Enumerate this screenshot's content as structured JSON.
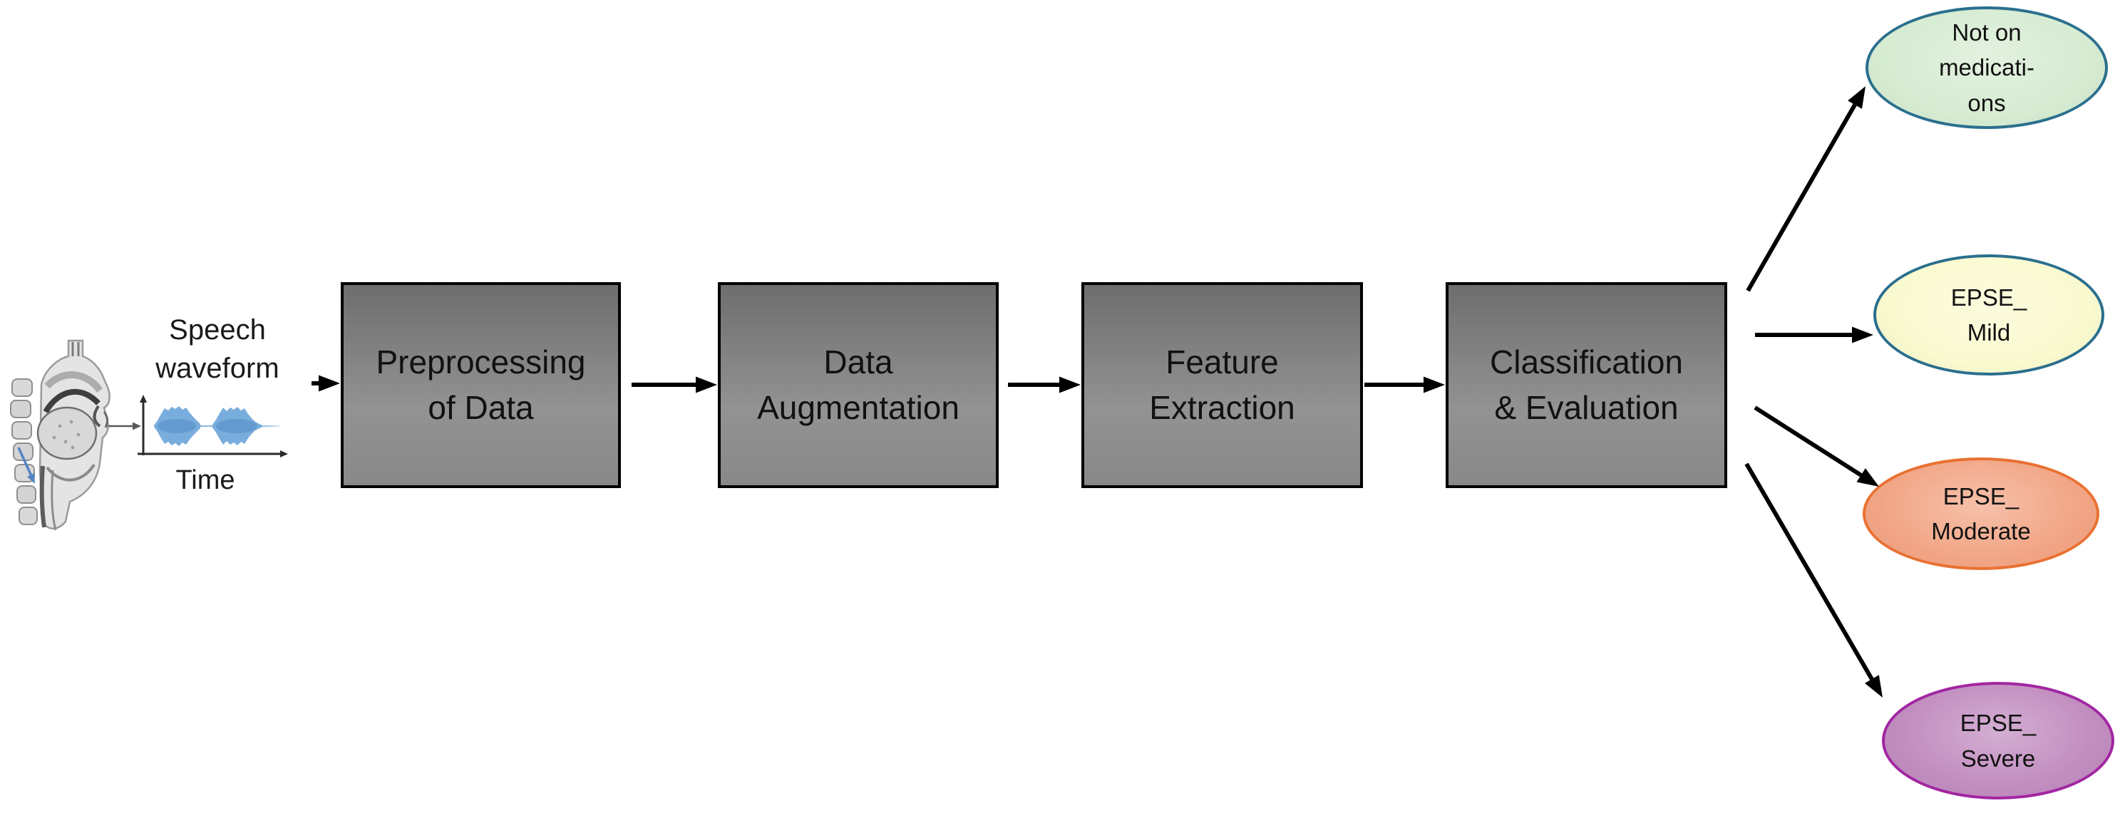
{
  "colors": {
    "background": "#ffffff",
    "arrow": "#000000",
    "box_fill": "#868686",
    "box_border": "#000000",
    "waveform_blue": "#5b9bd5",
    "waveform_blue_dark": "#3c7ab8",
    "axis_ink": "#2b2b2b",
    "anatomy_pointer_blue": "#5585c2"
  },
  "source": {
    "anatomy_icon": "vocal-tract-sagittal-diagram",
    "waveform_icon": "speech-waveform-plot",
    "caption": "Speech\nwaveform",
    "axis_label": "Time"
  },
  "steps": [
    {
      "label": "Preprocessing\nof Data"
    },
    {
      "label": "Data\nAugmentation"
    },
    {
      "label": "Feature\nExtraction"
    },
    {
      "label": "Classification\n& Evaluation"
    }
  ],
  "outcomes": [
    {
      "label": "Not on\nmedicati-\nons",
      "fill": "#d6ecd2",
      "border": "#2a6f8e"
    },
    {
      "label": "EPSE_\nMild",
      "fill": "#fafad0",
      "border": "#2a6f8e"
    },
    {
      "label": "EPSE_\nModerate",
      "fill": "#f2a585",
      "border": "#e97132"
    },
    {
      "label": "EPSE_\nSevere",
      "fill": "#c18cbf",
      "border": "#a226a2"
    }
  ]
}
